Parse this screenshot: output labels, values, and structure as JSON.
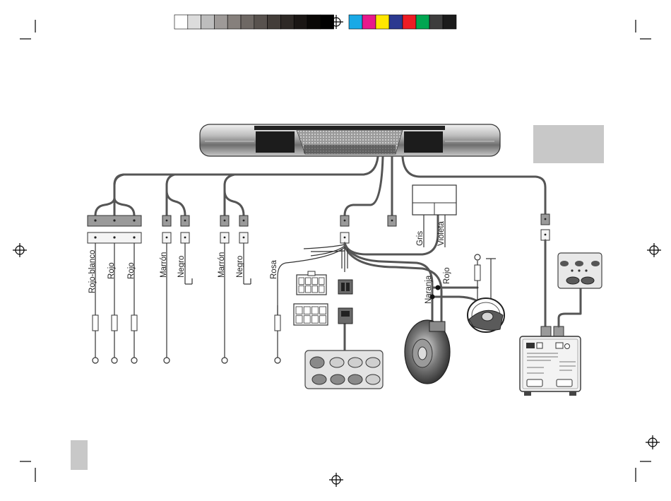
{
  "wire_labels": {
    "rojo_blanco": "Rojo-blanco",
    "rojo_1": "Rojo",
    "rojo_2": "Rojo",
    "marron_1": "Marrón",
    "negro_1": "Negro",
    "marron_2": "Marrón",
    "negro_2": "Negro",
    "rosa": "Rosa",
    "gris": "Gris",
    "violeta": "Violeta",
    "naranja": "Naranja",
    "rojo_horn": "Rojo"
  },
  "color_bar": {
    "grays": [
      "#ffffff",
      "#dcdcdc",
      "#bdbdbd",
      "#9e9a98",
      "#86807c",
      "#6e6864",
      "#58524e",
      "#433d39",
      "#2e2926",
      "#1a1614",
      "#0a0806",
      "#000000"
    ],
    "process": [
      "#19a9e6",
      "#e8198c",
      "#ffe600",
      "#2b3990",
      "#ed1c24",
      "#00a651",
      "#3d3d3d",
      "#1b1b1b"
    ]
  },
  "icons": {
    "lightbar": "lightbar-icon",
    "horn": "horn-speaker-icon",
    "steering": "steering-wheel-icon",
    "control_unit": "control-unit-icon",
    "switch_panel": "switch-panel-icon",
    "remote_panel": "remote-panel-icon"
  }
}
